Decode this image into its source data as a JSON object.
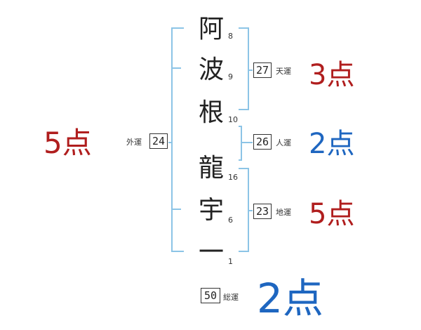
{
  "name_chars": [
    {
      "char": "阿",
      "strokes": "8"
    },
    {
      "char": "波",
      "strokes": "9"
    },
    {
      "char": "根",
      "strokes": "10"
    },
    {
      "char": "龍",
      "strokes": "16"
    },
    {
      "char": "宇",
      "strokes": "6"
    },
    {
      "char": "一",
      "strokes": "1"
    }
  ],
  "fortunes": {
    "tenkaku": {
      "value": "27",
      "label": "天運",
      "score": "3点"
    },
    "jinkaku": {
      "value": "26",
      "label": "人運",
      "score": "2点"
    },
    "chikaku": {
      "value": "23",
      "label": "地運",
      "score": "5点"
    },
    "gaikaku": {
      "value": "24",
      "label": "外運",
      "score": "5点"
    },
    "soukaku": {
      "value": "50",
      "label": "総運",
      "score": "2点"
    }
  },
  "colors": {
    "bracket": "#8cc4e6",
    "good_score": "#b01e1e",
    "low_score": "#1e66c0",
    "text": "#222222"
  }
}
